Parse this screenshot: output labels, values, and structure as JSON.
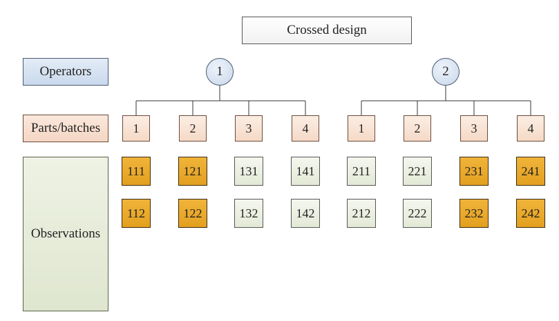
{
  "title": "Crossed design",
  "labels": {
    "operators": "Operators",
    "parts": "Parts/batches",
    "observations": "Observations"
  },
  "operators": [
    {
      "id": "1",
      "parts": [
        {
          "label": "1",
          "observations": [
            {
              "value": "111",
              "highlight": true
            },
            {
              "value": "112",
              "highlight": true
            }
          ]
        },
        {
          "label": "2",
          "observations": [
            {
              "value": "121",
              "highlight": true
            },
            {
              "value": "122",
              "highlight": true
            }
          ]
        },
        {
          "label": "3",
          "observations": [
            {
              "value": "131",
              "highlight": false
            },
            {
              "value": "132",
              "highlight": false
            }
          ]
        },
        {
          "label": "4",
          "observations": [
            {
              "value": "141",
              "highlight": false
            },
            {
              "value": "142",
              "highlight": false
            }
          ]
        }
      ]
    },
    {
      "id": "2",
      "parts": [
        {
          "label": "1",
          "observations": [
            {
              "value": "211",
              "highlight": false
            },
            {
              "value": "212",
              "highlight": false
            }
          ]
        },
        {
          "label": "2",
          "observations": [
            {
              "value": "221",
              "highlight": false
            },
            {
              "value": "222",
              "highlight": false
            }
          ]
        },
        {
          "label": "3",
          "observations": [
            {
              "value": "231",
              "highlight": true
            },
            {
              "value": "232",
              "highlight": true
            }
          ]
        },
        {
          "label": "4",
          "observations": [
            {
              "value": "241",
              "highlight": true
            },
            {
              "value": "242",
              "highlight": true
            }
          ]
        }
      ]
    }
  ],
  "colors": {
    "highlight": "#e8a82a",
    "plain": "#edf1e4",
    "parts": "#f8e0d0",
    "operator": "#d6e2f1"
  }
}
